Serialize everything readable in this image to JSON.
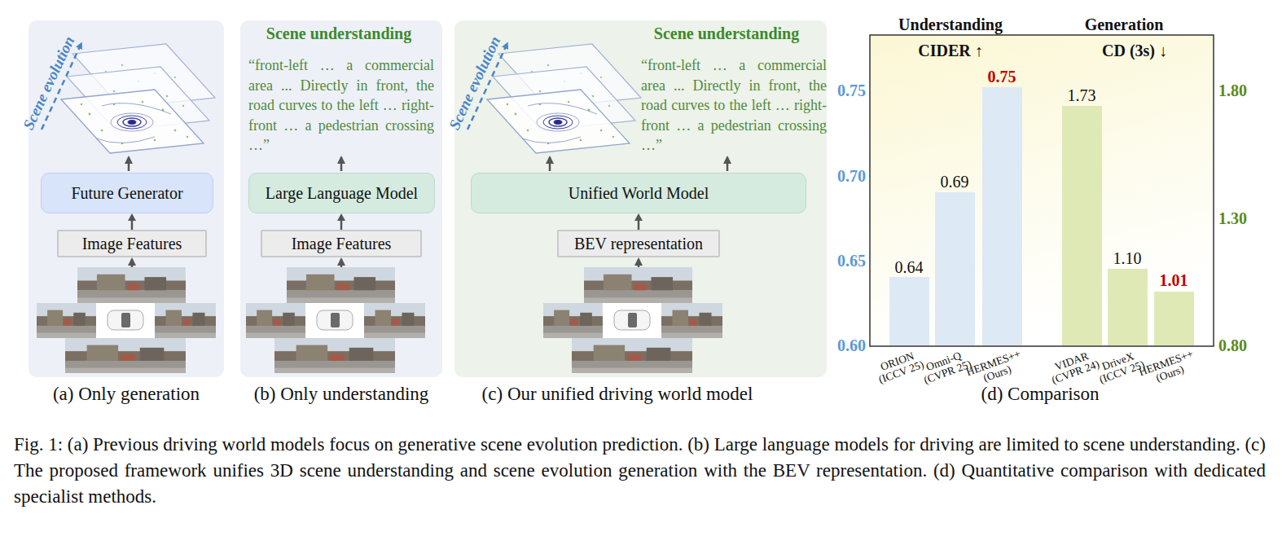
{
  "diagram": {
    "caption": "Fig. 1: (a) Previous driving world models focus on generative scene evolution prediction. (b) Large language models for driving are limited to scene understanding. (c) The proposed framework unifies 3D scene understanding and scene evolution generation with the BEV representation. (d) Quantitative comparison with dedicated specialist methods.",
    "nodes": [
      {
        "text": [
          "Scene evolution",
          "(a) Only generation"
        ]
      },
      {
        "text": [
          "Future Generator"
        ],
        "in": 0
      },
      {
        "text": [
          "Image Features"
        ],
        "in": 0
      },
      {
        "text": [
          "Scene understanding",
          "“front-left … a commercial area ... Directly in front, the road curves to the left … right-front … a pedestrian crossing …”",
          "(b) Only understanding"
        ]
      },
      {
        "text": [
          "Large Language Model"
        ],
        "in": 3
      },
      {
        "text": [
          "Image Features"
        ],
        "in": 3
      },
      {
        "text": [
          "Scene evolution",
          "Scene understanding",
          "“front-left … a commercial area ... Directly in front, the road curves to the left … right-front … a pedestrian crossing …”",
          "(c) Our unified driving world model"
        ]
      },
      {
        "text": [
          "Unified World Model"
        ],
        "in": 6
      },
      {
        "text": [
          "BEV representation"
        ],
        "in": 6
      }
    ],
    "edges": [
      {
        "from": 2,
        "to": 1,
        "arrow": "to"
      },
      {
        "from": 5,
        "to": 4,
        "arrow": "to"
      },
      {
        "from": 8,
        "to": 7,
        "arrow": "to"
      }
    ],
    "labels": [
      "Understanding",
      "Generation",
      "CIDER ↑",
      "CD (3s) ↓",
      "0.75",
      "0.70",
      "0.65",
      "0.60",
      "1.80",
      "1.30",
      "0.80",
      "0.64",
      "0.69",
      "0.75",
      "1.73",
      "1.10",
      "1.01",
      "ORION (ICCV 25)",
      "Omni-Q (CVPR 25)",
      "HERMES++ (Ours)",
      "VIDAR (CVPR 24)",
      "DriveX (ICCV 25)",
      "HERMES++ (Ours)",
      "(d) Comparison"
    ]
  }
}
